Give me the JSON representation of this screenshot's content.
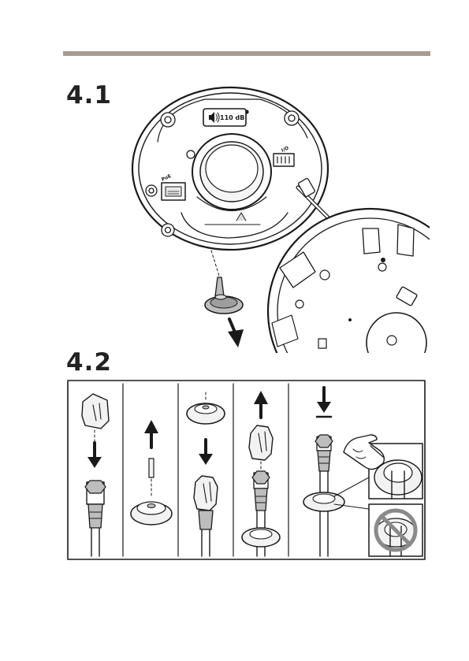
{
  "steps": {
    "step1": {
      "number": "4.1"
    },
    "step2": {
      "number": "4.2"
    }
  },
  "figure1": {
    "speaker_label": "110 dB",
    "port_label": "PoE",
    "io_label": "I/O"
  },
  "colors": {
    "header_bar": "#a79b8e",
    "line": "#1a1a1a",
    "fill_light": "#f2f2f2",
    "fill_mid": "#bdbdbd",
    "prohibit": "#8a8a8a"
  },
  "icons": [
    "speaker-icon",
    "arrow-down-icon",
    "arrow-up-icon",
    "prohibited-icon",
    "hand-pointer-icon"
  ]
}
